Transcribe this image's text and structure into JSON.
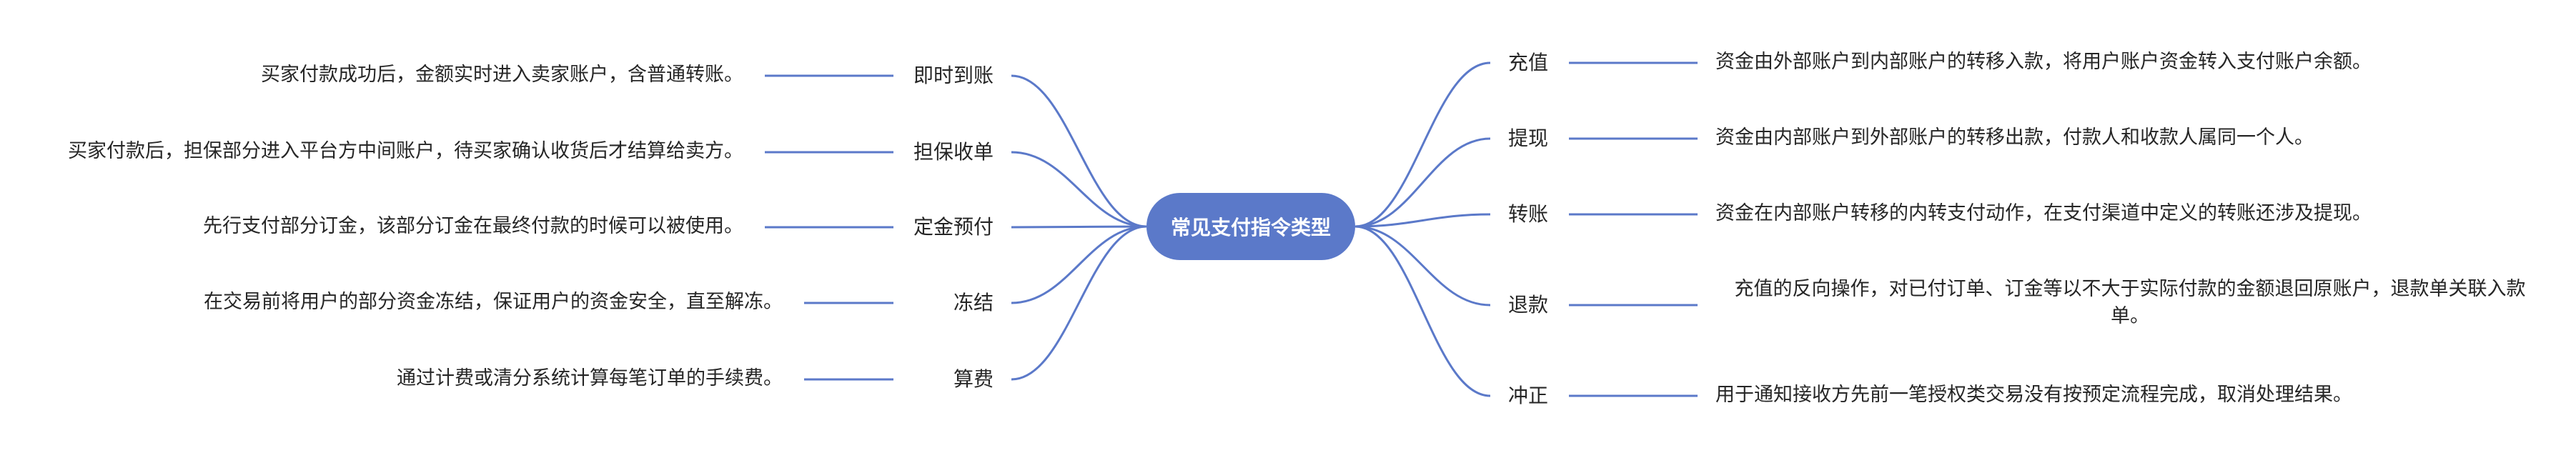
{
  "root": {
    "label": "常见支付指令类型"
  },
  "left_branches": [
    {
      "label": "即时到账",
      "description": "买家付款成功后，金额实时进入卖家账户，含普通转账。"
    },
    {
      "label": "担保收单",
      "description": "买家付款后，担保部分进入平台方中间账户，待买家确认收货后才结算给卖方。"
    },
    {
      "label": "定金预付",
      "description": "先行支付部分订金，该部分订金在最终付款的时候可以被使用。"
    },
    {
      "label": "冻结",
      "description": "在交易前将用户的部分资金冻结，保证用户的资金安全，直至解冻。"
    },
    {
      "label": "算费",
      "description": "通过计费或清分系统计算每笔订单的手续费。"
    }
  ],
  "right_branches": [
    {
      "label": "充值",
      "description": "资金由外部账户到内部账户的转移入款，将用户账户资金转入支付账户余额。"
    },
    {
      "label": "提现",
      "description": "资金由内部账户到外部账户的转移出款，付款人和收款人属同一个人。"
    },
    {
      "label": "转账",
      "description": "资金在内部账户转移的内转支付动作，在支付渠道中定义的转账还涉及提现。"
    },
    {
      "label": "退款",
      "description": "充值的反向操作，对已付订单、订金等以不大于实际付款的金额退回原账户，退款单关联入款单。"
    },
    {
      "label": "冲正",
      "description": "用于通知接收方先前一笔授权类交易没有按预定流程完成，取消处理结果。"
    }
  ],
  "colors": {
    "line": "#5b79c9",
    "root_fill": "#5b79c9",
    "root_text": "#ffffff",
    "text": "#262626"
  }
}
